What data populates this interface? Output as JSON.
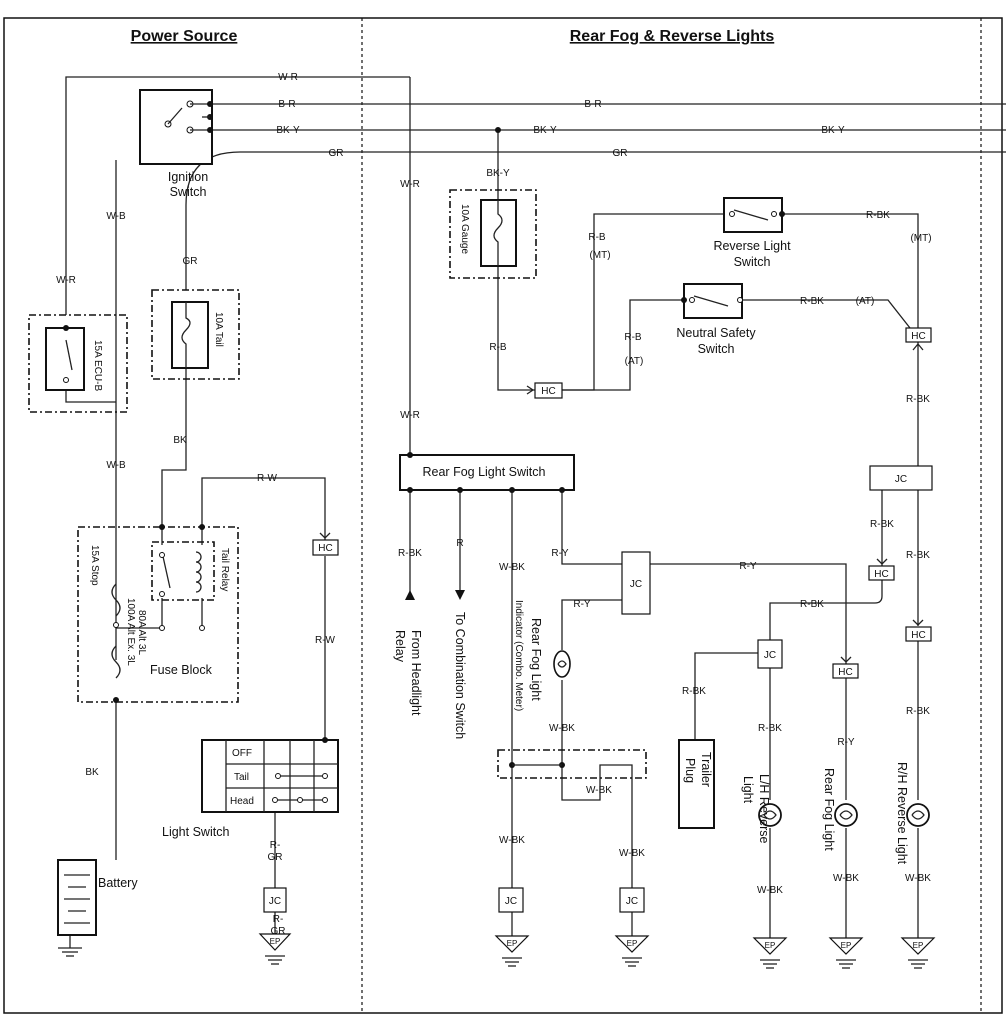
{
  "sections": {
    "power_source": "Power Source",
    "rear_fog_reverse": "Rear Fog & Reverse Lights"
  },
  "components": {
    "ignition_switch": [
      "Ignition",
      "Switch"
    ],
    "fuse_15a_ecub": "15A ECU-B",
    "fuse_10a_tail": "10A Tail",
    "fuse_10a_gauge": "10A Gauge",
    "tail_relay": "Tail Relay",
    "fuse_block_fuses": [
      "15A Stop",
      "100A Alt Ex. 3L",
      "80A Alt 3L"
    ],
    "fuse_block": "Fuse Block",
    "battery": "Battery",
    "light_switch": "Light Switch",
    "light_switch_rows": [
      "OFF",
      "Tail",
      "Head"
    ],
    "reverse_light_switch": [
      "Reverse Light",
      "Switch"
    ],
    "neutral_safety_switch": [
      "Neutral Safety",
      "Switch"
    ],
    "rear_fog_light_switch": "Rear Fog Light Switch",
    "from_headlight_relay": [
      "From Headlight",
      "Relay"
    ],
    "to_combination_switch": "To Combination Switch",
    "rear_fog_indicator": [
      "Rear Fog Light",
      "Indicator (Combo. Meter)"
    ],
    "trailer_plug": [
      "Trailer",
      "Plug"
    ],
    "lh_reverse_light": [
      "L/H Reverse",
      "Light"
    ],
    "rear_fog_light": "Rear Fog Light",
    "rh_reverse_light": "R/H Reverse Light"
  },
  "connectors": {
    "hc": "HC",
    "jc": "JC",
    "ep": "EP"
  },
  "wire_labels": {
    "w_r": "W-R",
    "b_r": "B-R",
    "bk_y": "BK-Y",
    "gr": "GR",
    "w_b": "W-B",
    "bk": "BK",
    "r_w": "R-W",
    "r_gr": [
      "R-",
      "GR"
    ],
    "r_b": "R-B",
    "mt": "(MT)",
    "at": "(AT)",
    "r_bk": "R-BK",
    "r": "R",
    "w_bk": "W-BK",
    "r_y": "R-Y"
  }
}
